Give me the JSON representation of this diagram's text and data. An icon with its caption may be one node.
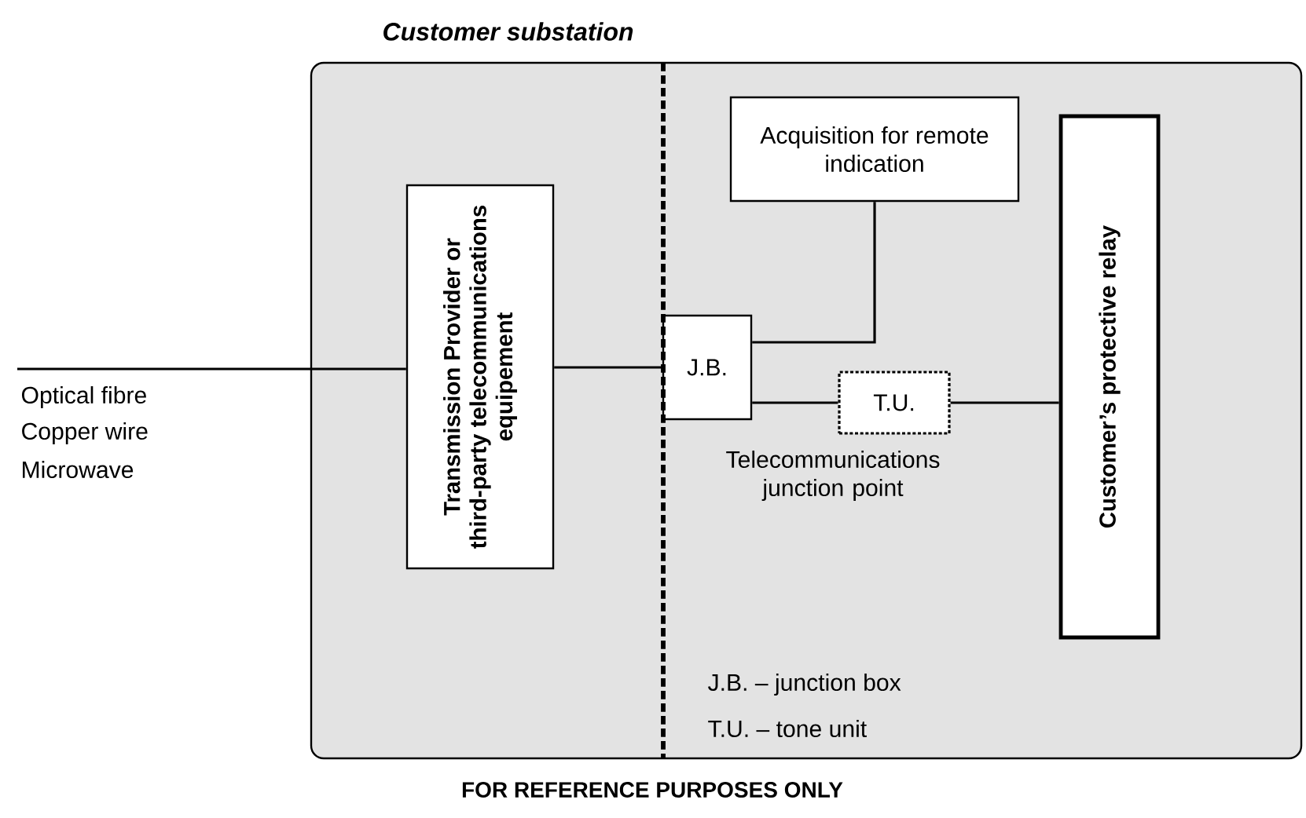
{
  "diagram": {
    "nodes": [
      {
        "text": [
          "Customer substation"
        ]
      },
      {
        "text": [
          "Transmission Provider or third-party telecommunications equipement"
        ],
        "in": 0
      },
      {
        "text": [
          "Acquisition for remote indication"
        ],
        "in": 0
      },
      {
        "text": [
          "J.B."
        ],
        "in": 0,
        "beside": [
          "Telecommunications junction point"
        ]
      },
      {
        "text": [
          "T.U."
        ],
        "in": 0
      },
      {
        "text": [
          "Customer’s protective relay"
        ],
        "in": 0
      }
    ],
    "edges": [
      {
        "from": null,
        "to": 1,
        "arrow": "none"
      },
      {
        "from": 1,
        "to": 3,
        "arrow": "none"
      },
      {
        "from": 3,
        "to": 2,
        "arrow": "none"
      },
      {
        "from": 3,
        "to": 4,
        "arrow": "none"
      },
      {
        "from": 4,
        "to": 5,
        "arrow": "none"
      }
    ],
    "labels": [
      "Optical fibre",
      "Copper wire",
      "Microwave",
      "J.B. – junction box",
      "T.U. – tone unit",
      "FOR REFERENCE PURPOSES ONLY"
    ]
  }
}
